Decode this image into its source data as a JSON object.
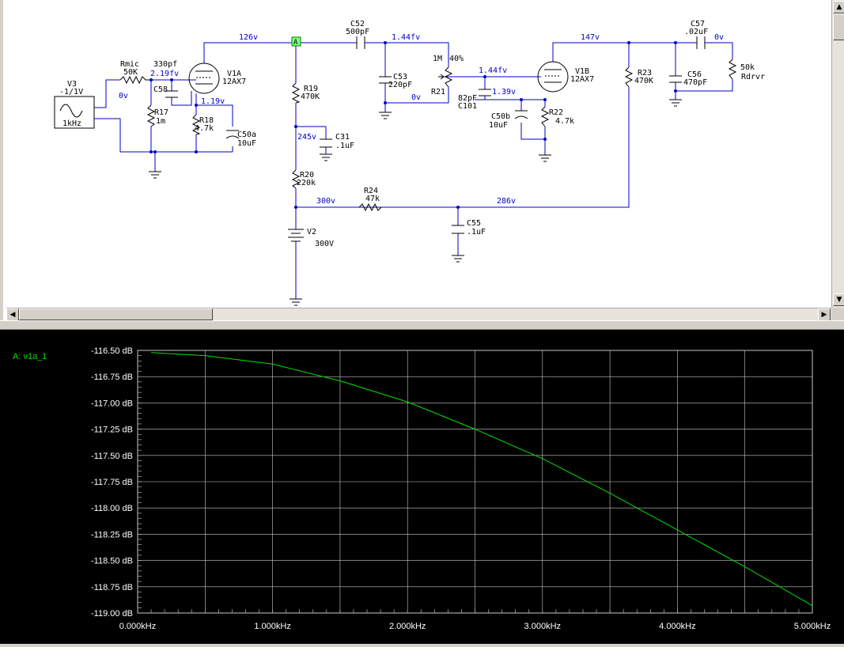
{
  "schematic": {
    "node_labels": {
      "v126": "126v",
      "v219": "2.19fv",
      "v0a": "0v",
      "v119": "1.19v",
      "v144a": "1.44fv",
      "v0b": "0v",
      "v144b": "1.44fv",
      "v139": "1.39v",
      "v147": "147v",
      "v0c": "0v",
      "v245": "245v",
      "v300": "300v",
      "v286": "286v"
    },
    "node_marker": "A",
    "components": {
      "V3": {
        "name": "V3",
        "value": "-1/1V",
        "value2": "1kHz"
      },
      "Rmic": {
        "name": "Rmic",
        "value": "50K"
      },
      "C58": {
        "name": "C58",
        "value": "330pf"
      },
      "V1A": {
        "name": "V1A",
        "value": "12AX7"
      },
      "R17": {
        "name": "R17",
        "value": "1m"
      },
      "R18": {
        "name": "R18",
        "value": "4.7k"
      },
      "C50a": {
        "name": "C50a",
        "value": "10uF"
      },
      "R19": {
        "name": "R19",
        "value": "470K"
      },
      "C31": {
        "name": "C31",
        "value": ".1uF"
      },
      "R20": {
        "name": "R20",
        "value": "220k"
      },
      "V2": {
        "name": "V2",
        "value": "300V"
      },
      "C52": {
        "name": "C52",
        "value": "500pF"
      },
      "C53": {
        "name": "C53",
        "value": "220pF"
      },
      "R21": {
        "name": "R21",
        "value": "1M",
        "value2": "40%"
      },
      "C101": {
        "name": "C101",
        "value": "82pF"
      },
      "C50b": {
        "name": "C50b",
        "value": "10uF"
      },
      "V1B": {
        "name": "V1B",
        "value": "12AX7"
      },
      "R22": {
        "name": "R22",
        "value": "4.7k"
      },
      "R23": {
        "name": "R23",
        "value": "470K"
      },
      "R24": {
        "name": "R24",
        "value": "47k"
      },
      "C55": {
        "name": "C55",
        "value": ".1uF"
      },
      "C57": {
        "name": "C57",
        "value": ".02uF"
      },
      "C56": {
        "name": "C56",
        "value": "470pF"
      },
      "Rdrvr": {
        "name": "Rdrvr",
        "value": "50k"
      }
    }
  },
  "scrollbars": {
    "up": "▲",
    "down": "▼",
    "left": "◀",
    "right": "▶"
  },
  "graph": {
    "trace_label": "A: v1a_1",
    "colors": {
      "background": "#000000",
      "grid": "#c8c8c8",
      "trace": "#00e000",
      "text": "#ffffff",
      "wire": "#0000c8",
      "node_text": "#0000c8"
    },
    "chart_data": {
      "type": "line",
      "series": [
        {
          "name": "A: v1a_1",
          "x": [
            0.1,
            0.5,
            1.0,
            1.5,
            2.0,
            2.5,
            3.0,
            3.5,
            4.0,
            4.5,
            5.0
          ],
          "y": [
            -116.52,
            -116.55,
            -116.63,
            -116.79,
            -116.99,
            -117.25,
            -117.53,
            -117.86,
            -118.21,
            -118.56,
            -118.93
          ]
        }
      ],
      "xlim": [
        0,
        5
      ],
      "ylim": [
        -119.0,
        -116.5
      ],
      "x_ticks": [
        "0.000kHz",
        "1.000kHz",
        "2.000kHz",
        "3.000kHz",
        "4.000kHz",
        "5.000kHz"
      ],
      "y_ticks": [
        "-116.50 dB",
        "-116.75 dB",
        "-117.00 dB",
        "-117.25 dB",
        "-117.50 dB",
        "-117.75 dB",
        "-118.00 dB",
        "-118.25 dB",
        "-118.50 dB",
        "-118.75 dB",
        "-119.00 dB"
      ],
      "grid": true
    }
  }
}
